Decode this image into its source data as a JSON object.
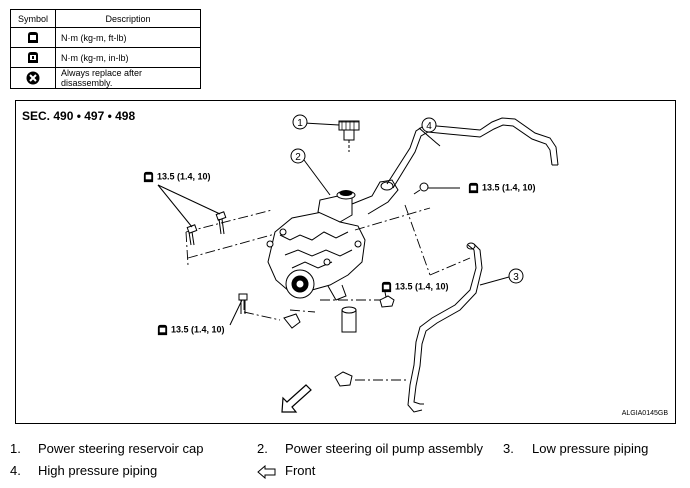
{
  "legend": {
    "header_symbol": "Symbol",
    "header_description": "Description",
    "rows": [
      {
        "icon": "torque-nm-kgm-ftlb-icon",
        "text": "N·m (kg-m, ft-lb)"
      },
      {
        "icon": "torque-nm-kgm-inlb-icon",
        "text": "N·m (kg-m, in-lb)"
      },
      {
        "icon": "always-replace-icon",
        "text": "Always replace after disassembly."
      }
    ]
  },
  "diagram": {
    "section_title": "SEC. 490 • 497 • 498",
    "figure_id": "ALGIA0145GB",
    "callouts": [
      "1",
      "2",
      "3",
      "4"
    ],
    "torques": [
      "13.5 (1.4, 10)",
      "13.5 (1.4, 10)",
      "13.5 (1.4, 10)",
      "13.5 (1.4, 10)"
    ]
  },
  "parts": [
    {
      "num": "1.",
      "name": "Power steering reservoir cap"
    },
    {
      "num": "2.",
      "name": "Power steering oil pump assembly"
    },
    {
      "num": "3.",
      "name": "Low pressure piping"
    },
    {
      "num": "4.",
      "name": "High pressure piping"
    }
  ],
  "front_label": "Front"
}
